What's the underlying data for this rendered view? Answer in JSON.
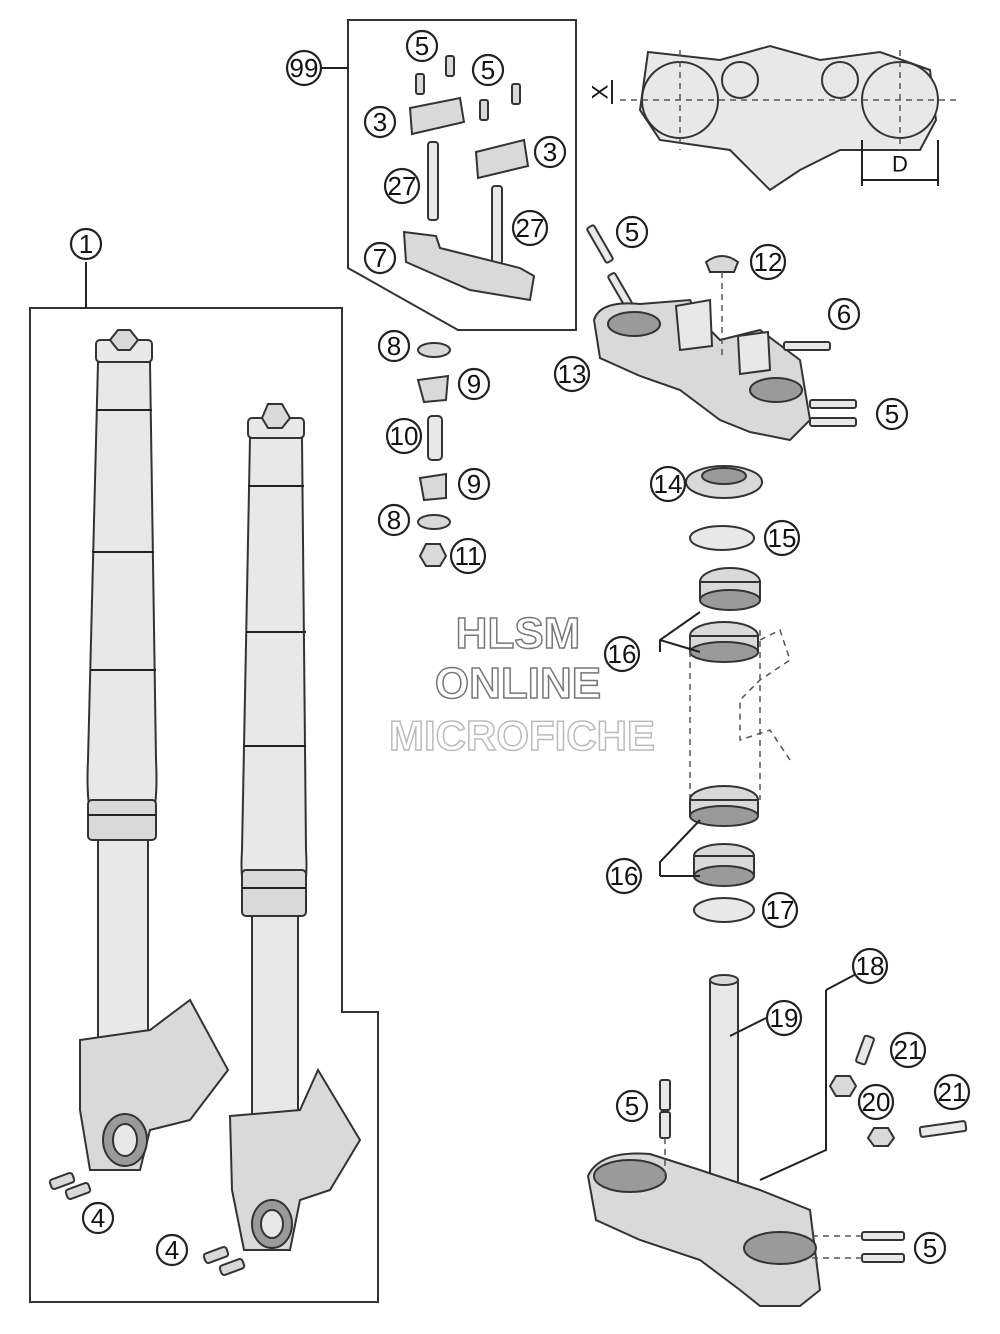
{
  "diagram": {
    "watermark": {
      "line1": "HLSM",
      "line2": "ONLINE",
      "line3": "MICROFICHE"
    },
    "dimension_labels": {
      "x": "X",
      "d": "D"
    },
    "callouts": [
      "99",
      "5",
      "5",
      "3",
      "3",
      "27",
      "27",
      "7",
      "1",
      "5",
      "12",
      "6",
      "13",
      "5",
      "8",
      "9",
      "10",
      "9",
      "8",
      "11",
      "14",
      "15",
      "16",
      "16",
      "17",
      "18",
      "19",
      "21",
      "20",
      "21",
      "5",
      "5",
      "4",
      "4"
    ]
  }
}
